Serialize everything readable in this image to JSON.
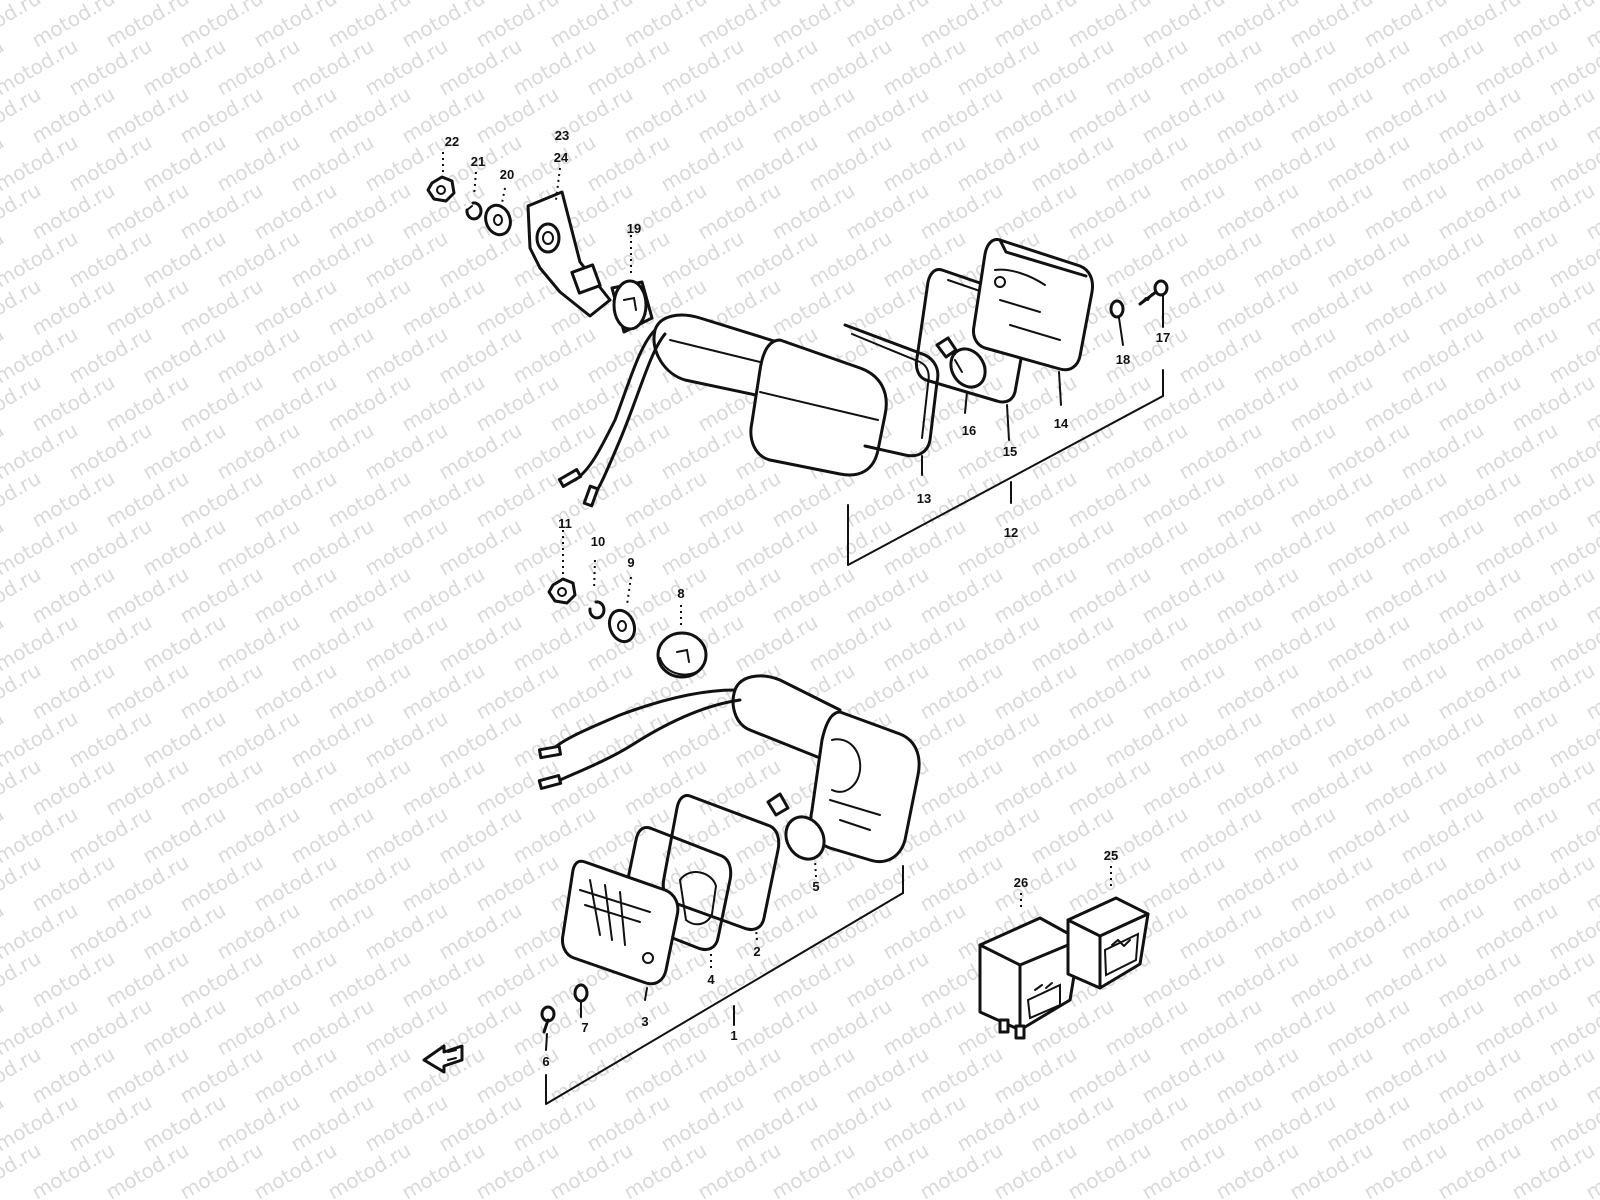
{
  "watermark": {
    "text": "motod.ru"
  },
  "callouts": [
    {
      "id": "1",
      "text": "1"
    },
    {
      "id": "2",
      "text": "2"
    },
    {
      "id": "3",
      "text": "3"
    },
    {
      "id": "4",
      "text": "4"
    },
    {
      "id": "5",
      "text": "5"
    },
    {
      "id": "6",
      "text": "6"
    },
    {
      "id": "7",
      "text": "7"
    },
    {
      "id": "8",
      "text": "8"
    },
    {
      "id": "9",
      "text": "9"
    },
    {
      "id": "10",
      "text": "10"
    },
    {
      "id": "11",
      "text": "11"
    },
    {
      "id": "12",
      "text": "12"
    },
    {
      "id": "13",
      "text": "13"
    },
    {
      "id": "14",
      "text": "14"
    },
    {
      "id": "15",
      "text": "15"
    },
    {
      "id": "16",
      "text": "16"
    },
    {
      "id": "17",
      "text": "17"
    },
    {
      "id": "18",
      "text": "18"
    },
    {
      "id": "19",
      "text": "19"
    },
    {
      "id": "20",
      "text": "20"
    },
    {
      "id": "21",
      "text": "21"
    },
    {
      "id": "22",
      "text": "22"
    },
    {
      "id": "23",
      "text": "23"
    },
    {
      "id": "24",
      "text": "24"
    },
    {
      "id": "25",
      "text": "25"
    },
    {
      "id": "26",
      "text": "26"
    }
  ],
  "front_marker": {
    "icon": "front-arrow-icon"
  }
}
